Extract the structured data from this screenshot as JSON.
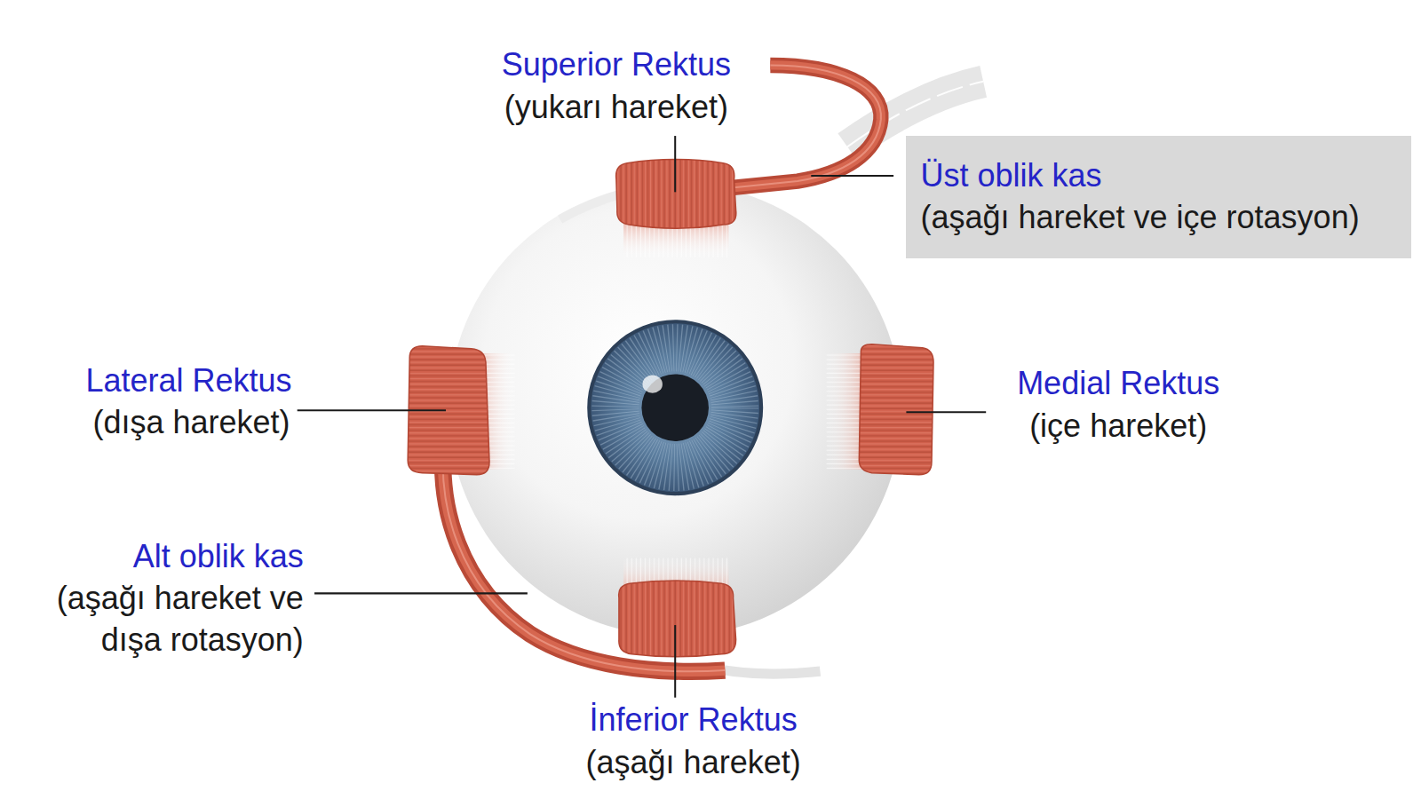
{
  "diagram": {
    "nodes": [
      {
        "text": [
          "Üst oblik kas",
          "(aşağı hareket ve içe rotasyon)"
        ]
      }
    ],
    "labels": [
      "Superior Rektus",
      "(yukarı hareket)",
      "Lateral Rektus",
      "(dışa hareket)",
      "Medial Rektus",
      "(içe hareket)",
      "Alt oblik kas",
      "(aşağı hareket ve dışa rotasyon)",
      "İnferior Rektus",
      "(aşağı hareket)"
    ]
  }
}
